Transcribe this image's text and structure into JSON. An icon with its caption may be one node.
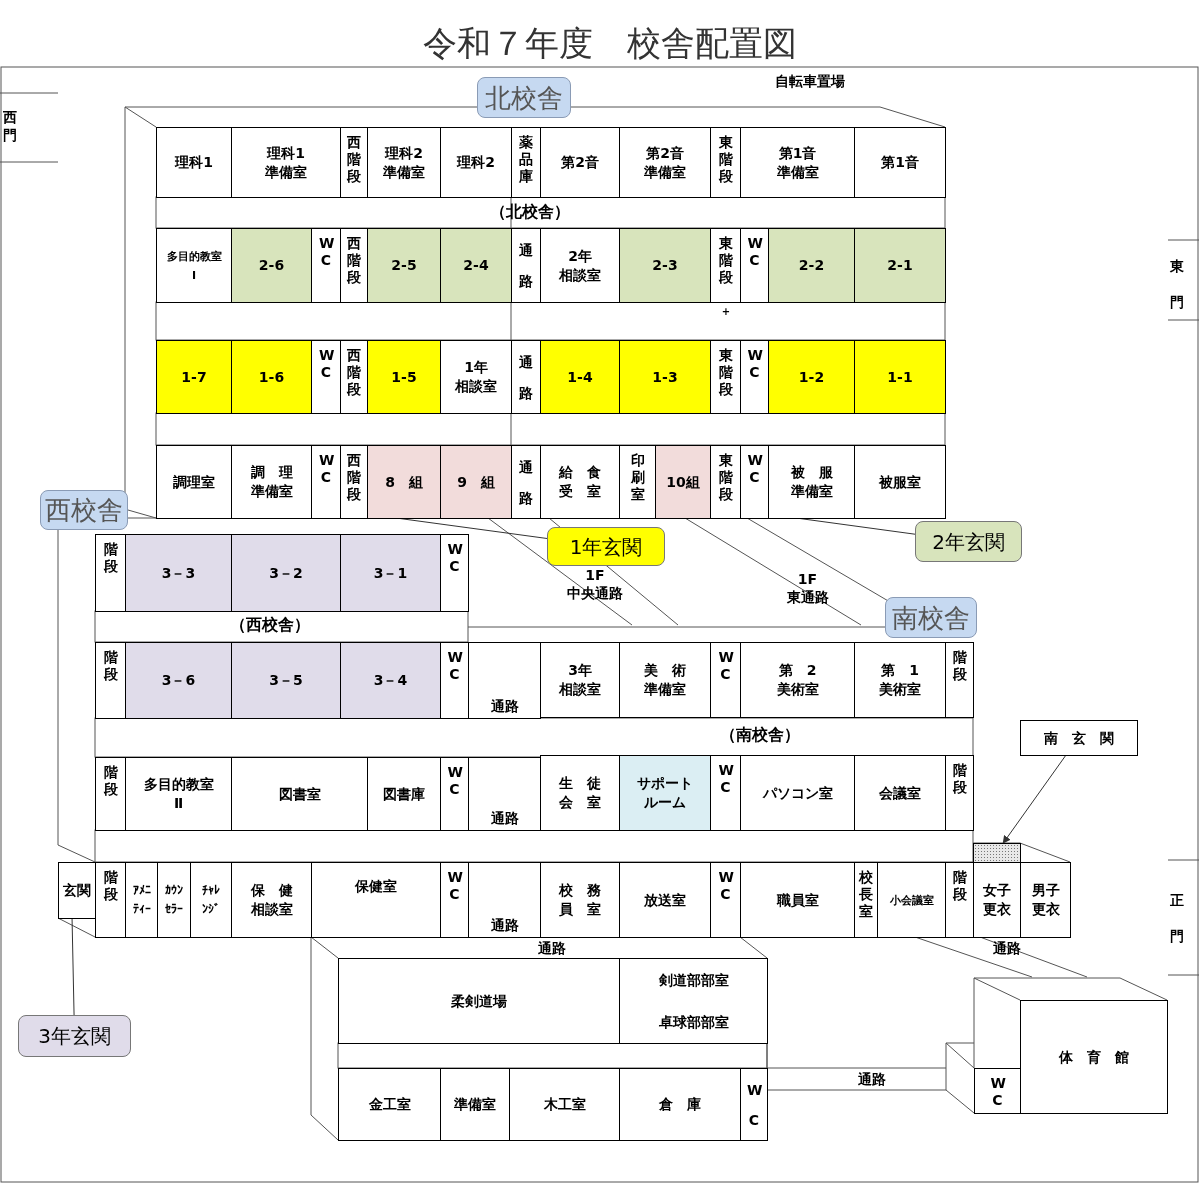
{
  "diagram": {
    "title": "令和７年度　校舎配置図",
    "nodes": [
      {
        "text": [
          "北校舎"
        ]
      },
      {
        "text": [
          "理科1"
        ]
      },
      {
        "text": [
          "理科1準備室"
        ]
      },
      {
        "text": [
          "西階段"
        ]
      },
      {
        "text": [
          "理科2準備室"
        ]
      },
      {
        "text": [
          "理科2"
        ]
      },
      {
        "text": [
          "薬品庫"
        ]
      },
      {
        "text": [
          "第2音"
        ]
      },
      {
        "text": [
          "第2音準備室"
        ]
      },
      {
        "text": [
          "東階段"
        ]
      },
      {
        "text": [
          "第1音準備室"
        ]
      },
      {
        "text": [
          "第1音"
        ]
      },
      {
        "text": [
          "多目的教室Ⅰ"
        ]
      },
      {
        "text": [
          "2-6"
        ]
      },
      {
        "text": [
          "WC"
        ]
      },
      {
        "text": [
          "西階段"
        ]
      },
      {
        "text": [
          "2-5"
        ]
      },
      {
        "text": [
          "2-4"
        ]
      },
      {
        "text": [
          "通路"
        ]
      },
      {
        "text": [
          "2年相談室"
        ]
      },
      {
        "text": [
          "2-3"
        ]
      },
      {
        "text": [
          "東階段"
        ]
      },
      {
        "text": [
          "WC"
        ]
      },
      {
        "text": [
          "2-2"
        ]
      },
      {
        "text": [
          "2-1"
        ]
      },
      {
        "text": [
          "1-7"
        ]
      },
      {
        "text": [
          "1-6"
        ]
      },
      {
        "text": [
          "WC"
        ]
      },
      {
        "text": [
          "西階段"
        ]
      },
      {
        "text": [
          "1-5"
        ]
      },
      {
        "text": [
          "1年相談室"
        ]
      },
      {
        "text": [
          "通路"
        ]
      },
      {
        "text": [
          "1-4"
        ]
      },
      {
        "text": [
          "1-3"
        ]
      },
      {
        "text": [
          "東階段"
        ]
      },
      {
        "text": [
          "WC"
        ]
      },
      {
        "text": [
          "1-2"
        ]
      },
      {
        "text": [
          "1-1"
        ]
      },
      {
        "text": [
          "調理室"
        ]
      },
      {
        "text": [
          "調　理準備室"
        ]
      },
      {
        "text": [
          "WC"
        ]
      },
      {
        "text": [
          "西階段"
        ]
      },
      {
        "text": [
          "8　組"
        ]
      },
      {
        "text": [
          "9　組"
        ]
      },
      {
        "text": [
          "通路"
        ]
      },
      {
        "text": [
          "給　食受　室"
        ]
      },
      {
        "text": [
          "印刷室"
        ]
      },
      {
        "text": [
          "10組"
        ]
      },
      {
        "text": [
          "東階段"
        ]
      },
      {
        "text": [
          "WC"
        ]
      },
      {
        "text": [
          "被　服準備室"
        ]
      },
      {
        "text": [
          "被服室"
        ]
      },
      {
        "text": [
          "西校舎"
        ]
      },
      {
        "text": [
          "階段"
        ]
      },
      {
        "text": [
          "3－3"
        ]
      },
      {
        "text": [
          "3－2"
        ]
      },
      {
        "text": [
          "3－1"
        ]
      },
      {
        "text": [
          "WC"
        ]
      },
      {
        "text": [
          "階段"
        ]
      },
      {
        "text": [
          "3－6"
        ]
      },
      {
        "text": [
          "3－5"
        ]
      },
      {
        "text": [
          "3－4"
        ]
      },
      {
        "text": [
          "WC"
        ]
      },
      {
        "text": [
          "通路"
        ]
      },
      {
        "text": [
          "階段"
        ]
      },
      {
        "text": [
          "多目的教室Ⅱ"
        ]
      },
      {
        "text": [
          "図書室"
        ]
      },
      {
        "text": [
          "図書庫"
        ]
      },
      {
        "text": [
          "WC"
        ]
      },
      {
        "text": [
          "通路"
        ]
      },
      {
        "text": [
          "玄関"
        ]
      },
      {
        "text": [
          "階段"
        ]
      },
      {
        "text": [
          "ｱﾒﾆﾃｨｰ"
        ]
      },
      {
        "text": [
          "ｶｳﾝｾﾗｰ"
        ]
      },
      {
        "text": [
          "ﾁｬﾚﾝｼﾞ"
        ]
      },
      {
        "text": [
          "保　健相談室"
        ]
      },
      {
        "text": [
          "保健室"
        ]
      },
      {
        "text": [
          "WC"
        ]
      },
      {
        "text": [
          "通路"
        ]
      },
      {
        "text": [
          "南校舎"
        ]
      },
      {
        "text": [
          "3年相談室"
        ]
      },
      {
        "text": [
          "美　術準備室"
        ]
      },
      {
        "text": [
          "WC"
        ]
      },
      {
        "text": [
          "第　2美術室"
        ]
      },
      {
        "text": [
          "第　1美術室"
        ]
      },
      {
        "text": [
          "階段"
        ]
      },
      {
        "text": [
          "生　徒会　室"
        ]
      },
      {
        "text": [
          "サポートルーム"
        ]
      },
      {
        "text": [
          "WC"
        ]
      },
      {
        "text": [
          "パソコン室"
        ]
      },
      {
        "text": [
          "会議室"
        ]
      },
      {
        "text": [
          "階段"
        ]
      },
      {
        "text": [
          "校　務員　室"
        ]
      },
      {
        "text": [
          "放送室"
        ]
      },
      {
        "text": [
          "WC"
        ]
      },
      {
        "text": [
          "職員室"
        ]
      },
      {
        "text": [
          "校長室"
        ]
      },
      {
        "text": [
          "小会議室"
        ]
      },
      {
        "text": [
          "階段"
        ]
      },
      {
        "text": [
          "女子更衣"
        ]
      },
      {
        "text": [
          "男子更衣"
        ]
      },
      {
        "text": [],
        "shape": "box"
      },
      {
        "text": [
          "南　玄　関"
        ]
      },
      {
        "text": [
          "柔剣道場"
        ]
      },
      {
        "text": [
          "剣道部部室",
          "卓球部部室"
        ]
      },
      {
        "text": [
          "金工室"
        ]
      },
      {
        "text": [
          "準備室"
        ]
      },
      {
        "text": [
          "木工室"
        ]
      },
      {
        "text": [
          "倉　庫"
        ]
      },
      {
        "text": [
          "WC"
        ]
      },
      {
        "text": [
          "体　育　館"
        ]
      },
      {
        "text": [
          "WC"
        ]
      },
      {
        "text": [
          "1年玄関"
        ]
      },
      {
        "text": [
          "2年玄関"
        ]
      },
      {
        "text": [
          "3年玄関"
        ]
      }
    ],
    "edges": [
      {
        "from": 102,
        "to": 101,
        "arrow": "to"
      },
      {
        "from": 112,
        "to": 42,
        "arrow": "none"
      },
      {
        "from": 113,
        "to": 50,
        "arrow": "none"
      },
      {
        "from": 114,
        "to": 70,
        "arrow": "none"
      }
    ],
    "labels": [
      "自転車置場",
      "西門",
      "（北校舎）",
      "東門",
      "+",
      "1F中央通路",
      "1F東通路",
      "（西校舎）",
      "（南校舎）",
      "正門",
      "通路",
      "通路",
      "通路"
    ]
  }
}
